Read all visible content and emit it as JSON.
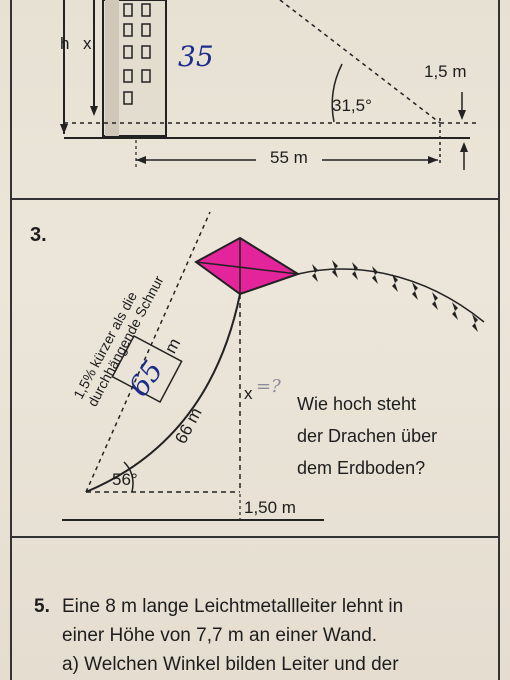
{
  "section_top": {
    "label_h": "h",
    "label_x": "x",
    "angle": "31,5°",
    "height_offset": "1,5 m",
    "distance": "55 m",
    "handwritten_answer": "35"
  },
  "task3": {
    "number": "3.",
    "string_note": "1,5% kürzer als die durchhängende Schnur",
    "string_unit": "m",
    "handwritten_length": "65",
    "line_length": "66 m",
    "angle": "56°",
    "label_x": "x",
    "handwritten_x_mark": "=?",
    "base_offset": "1,50 m",
    "question": [
      "Wie hoch steht",
      "der Drachen über",
      "dem Erdboden?"
    ]
  },
  "task5": {
    "number": "5.",
    "lines": [
      "Eine 8 m lange Leichtmetallleiter lehnt in",
      "einer Höhe von 7,7 m an einer Wand.",
      "a)  Welchen Winkel bilden Leiter und der"
    ]
  },
  "colors": {
    "kite": "#e4249a",
    "ink": "#1c2c8c",
    "print": "#1d1d1d"
  }
}
